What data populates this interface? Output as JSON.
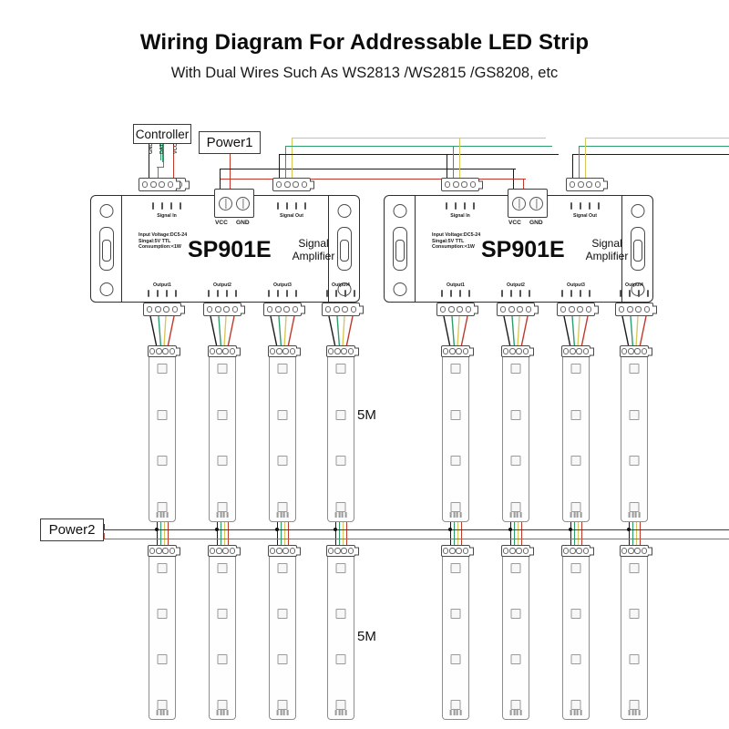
{
  "header": {
    "title": "Wiring Diagram For Addressable LED Strip",
    "subtitle": "With Dual Wires Such As WS2813 /WS2815 /GS8208, etc"
  },
  "boxes": {
    "controller": "Controller",
    "power1": "Power1",
    "power2": "Power2"
  },
  "controller_pins": [
    {
      "name": "GND",
      "color": "#1a1a1a"
    },
    {
      "name": "DAT",
      "color": "#1f9e63"
    },
    {
      "name": "VCC",
      "color": "#c0392b"
    }
  ],
  "device": {
    "model": "SP901E",
    "function_line1": "Signal",
    "function_line2": "Amplifier",
    "specs": [
      "Input Voltage:DC5-24",
      "Singal:5V TTL",
      "Consumption:<1W"
    ],
    "signal_in": "Signal In",
    "signal_out": "Signal Out",
    "terminal": {
      "vcc": "VCC",
      "gnd": "GND"
    },
    "outputs": [
      "Output1",
      "Output2",
      "Output3",
      "Output4"
    ]
  },
  "units": [
    {
      "label": "SP901E",
      "index": 1
    },
    {
      "label": "SP901E",
      "index": 2
    }
  ],
  "segments": {
    "upper_length": "5M",
    "lower_length": "5M"
  },
  "wire_colors": {
    "gnd_black": "#1a1a1a",
    "data_green": "#2c9e6b",
    "backup_yellow": "#d8c85a",
    "vcc_red": "#c0392b",
    "bus_black": "#3a3a3a",
    "bus_red": "#c0584a",
    "outline": "#2e2e2e"
  },
  "strip_columns": 8
}
